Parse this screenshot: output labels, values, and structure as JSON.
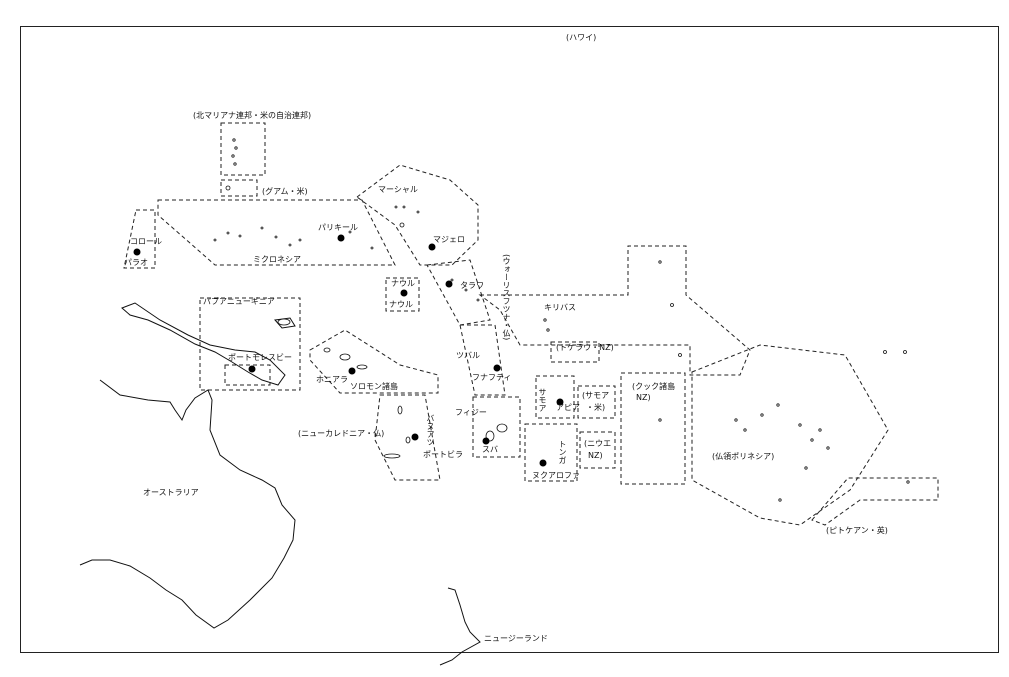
{
  "labels": {
    "hawaii": "(ハワイ)",
    "n_mariana": "(北マリアナ連邦・米の自治連邦)",
    "guam": "(グアム・米)",
    "koror": "コロール",
    "palau": "パラオ",
    "micronesia": "ミクロネシア",
    "palikir": "パリキール",
    "marshall": "マーシャル",
    "majuro": "マジェロ",
    "tarawa": "タラワ",
    "nauru_cap": "ナウル",
    "nauru": "ナウル",
    "wallis": "(ウォーリスフツナ・仏)",
    "kiribati": "キリバス",
    "png": "パプアニューギニア",
    "port_moresby": "ポートモレスビー",
    "honiara": "ホニアラ",
    "solomon": "ソロモン諸島",
    "tuvalu": "ツバル",
    "funafuti": "フナフティ",
    "tokelau": "(トケラウ・NZ)",
    "cook": "(クック諸島",
    "cook_nz": "NZ)",
    "samoa": "サモア",
    "apia": "アピア",
    "am_samoa": "(サモア",
    "am_samoa2": "・米)",
    "fiji": "フィジー",
    "suva": "スバ",
    "vanuatu": "バヌアツ",
    "port_vila": "ポートビラ",
    "new_caledonia": "(ニューカレドニア・仏)",
    "tonga": "トンガ",
    "nukualofa": "ヌクアロファ",
    "niue": "(ニウエ",
    "niue_nz": "NZ)",
    "fr_polynesia": "(仏領ポリネシア)",
    "pitcairn": "(ピトケアン・英)",
    "australia": "オーストラリア",
    "new_zealand": "ニュージーランド"
  }
}
